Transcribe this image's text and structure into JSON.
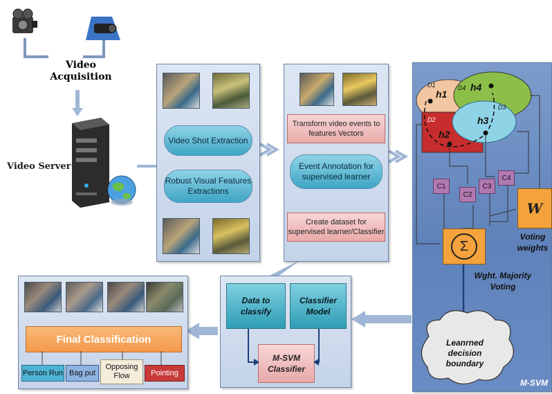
{
  "acquisition": {
    "label": "Video\nAcquisition"
  },
  "server": {
    "label": "Video Server"
  },
  "panel1": {
    "step1": "Video Shot Extraction",
    "step2": "Robust Visual Features Extractions"
  },
  "panel2": {
    "step1": "Transform video events to features Vectors",
    "step2": "Event Annotation for supervised learner",
    "step3": "Create dataset for supervised learner/Classifier"
  },
  "msvm": {
    "h1": "h1",
    "h2": "h2",
    "h3": "h3",
    "h4": "h4",
    "d1": "D1",
    "d2": "D2",
    "d3": "D3",
    "d4": "D4",
    "c1": "C1",
    "c2": "C2",
    "c3": "C3",
    "c4": "C4",
    "w": "W",
    "voting_weights": "Voting weights",
    "wght_voting": "Wght. Majority Voting",
    "boundary": "Leanrned decision boundary",
    "corner": "M-SVM"
  },
  "classifier_panel": {
    "data": "Data to classify",
    "model": "Classifier Model",
    "msvm": "M-SVM Classifier"
  },
  "final_panel": {
    "title": "Final Classification",
    "classes": [
      "Person Run",
      "Bag put",
      "Opposing Flow",
      "Pointing"
    ]
  },
  "colors": {
    "panel": "#c4d3e8",
    "pill": "#3fa6c6",
    "pink": "#e9a9a9",
    "orange": "#f4a23c",
    "cbox": "#b07ab0",
    "arrow": "#9fb6d6"
  }
}
